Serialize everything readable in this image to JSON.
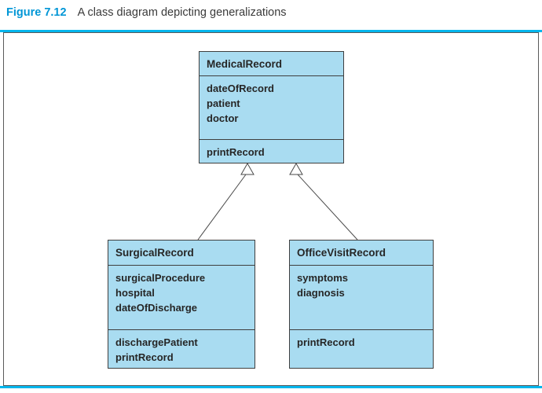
{
  "caption": {
    "figure_label": "Figure 7.12",
    "title": "A class diagram depicting generalizations"
  },
  "colors": {
    "accent_blue": "#0096D6",
    "rule_cyan": "#00B6ED",
    "class_box_fill": "#A9DCF1",
    "class_box_border": "#3f3f3f",
    "text": "#262626"
  },
  "diagram": {
    "type": "uml-class-diagram",
    "classes": [
      {
        "name": "MedicalRecord",
        "attributes": [
          "dateOfRecord",
          "patient",
          "doctor"
        ],
        "operations": [
          "printRecord"
        ]
      },
      {
        "name": "SurgicalRecord",
        "attributes": [
          "surgicalProcedure",
          "hospital",
          "dateOfDischarge"
        ],
        "operations": [
          "dischargePatient",
          "printRecord"
        ]
      },
      {
        "name": "OfficeVisitRecord",
        "attributes": [
          "symptoms",
          "diagnosis"
        ],
        "operations": [
          "printRecord"
        ]
      }
    ],
    "relationships": [
      {
        "type": "generalization",
        "from": "SurgicalRecord",
        "to": "MedicalRecord"
      },
      {
        "type": "generalization",
        "from": "OfficeVisitRecord",
        "to": "MedicalRecord"
      }
    ]
  }
}
